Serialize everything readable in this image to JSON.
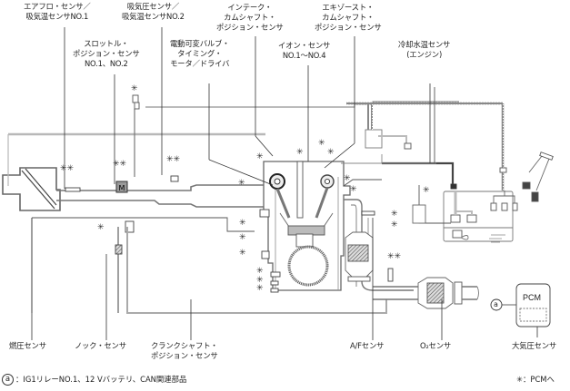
{
  "labels": {
    "airflow": [
      "エアフロ・センサ／",
      "吸気温センサNO.1"
    ],
    "map": [
      "吸気圧センサ／",
      "吸気温センサNO.2"
    ],
    "throttle": [
      "スロットル・",
      "ポジション・センサ",
      "NO.1、NO.2"
    ],
    "vvt": [
      "電動可変バルブ・",
      "タイミング・",
      "モータ／ドライバ"
    ],
    "intake_cam": [
      "インテーク・",
      "カムシャフト・",
      "ポジション・センサ"
    ],
    "ion": [
      "イオン・センサ",
      "NO.1〜NO.4"
    ],
    "exhaust_cam": [
      "エキゾースト・",
      "カムシャフト・",
      "ポジション・センサ"
    ],
    "coolant": [
      "冷却水温センサ",
      "(エンジン)"
    ],
    "fuel_pressure": "燃圧センサ",
    "knock": "ノック・センサ",
    "crank": [
      "クランクシャフト・",
      "ポジション・センサ"
    ],
    "af": "A/Fセンサ",
    "o2": "O₂センサ",
    "baro": "大気圧センサ",
    "pcm": "PCM",
    "circle_a": "a"
  },
  "markers": {
    "to_pcm": "✳",
    "double": "✳✳"
  },
  "footer": {
    "circle_a": "a",
    "legend_a": "：IG1リレーNO.1、12 Vバッテリ、CAN関連部品",
    "legend_star": "✳：PCMへ"
  }
}
